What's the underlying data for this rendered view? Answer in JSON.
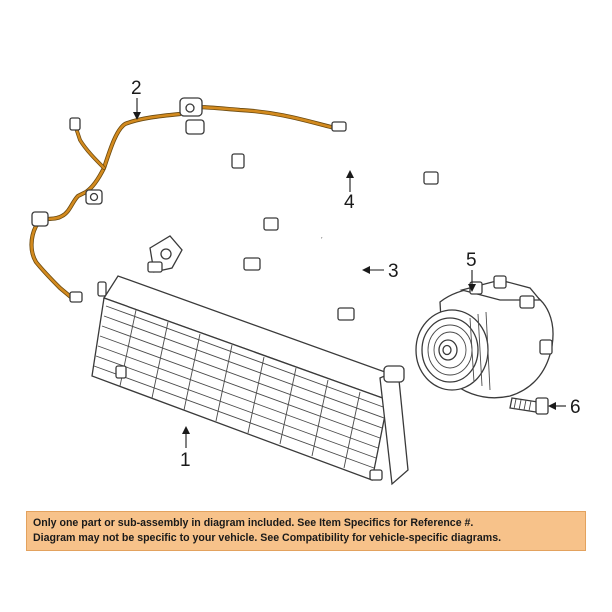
{
  "diagram": {
    "callouts": [
      "1",
      "2",
      "3",
      "4",
      "5",
      "6"
    ],
    "highlight_color": "#d38a1e",
    "line_color": "#3a3a3a"
  },
  "disclaimer": {
    "line1": "Only one part or sub-assembly in diagram included. See Item Specifics for Reference #.",
    "line2": "Diagram may not be specific to your vehicle. See Compatibility for vehicle-specific diagrams.",
    "background_color": "#f7c28a"
  }
}
